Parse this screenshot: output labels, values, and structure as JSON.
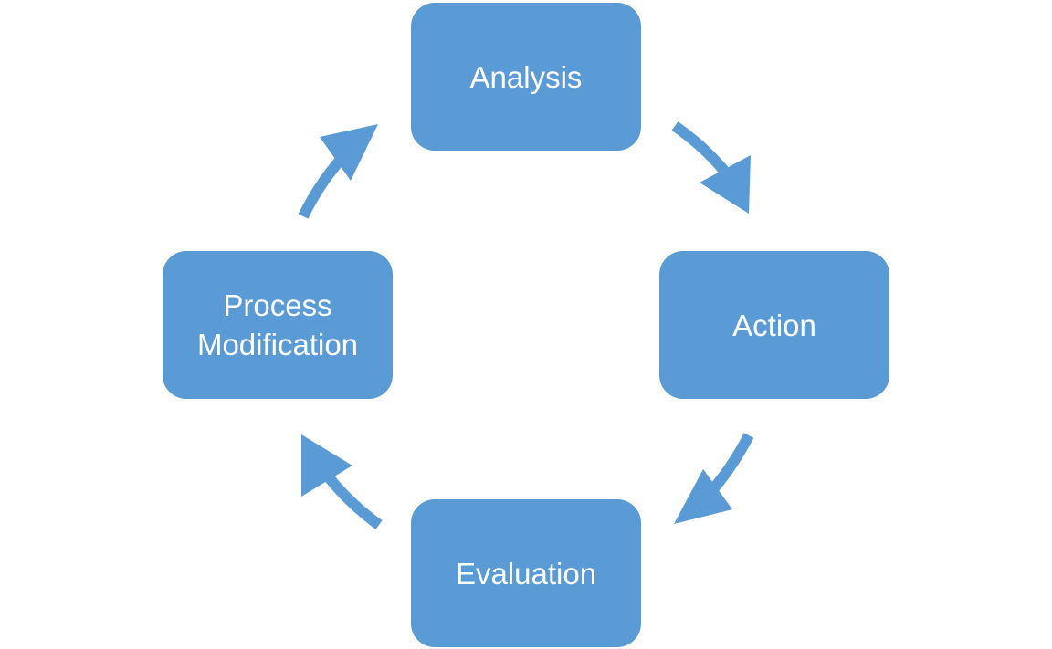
{
  "colors": {
    "node_fill": "#5b9bd5",
    "arrow_fill": "#5b9bd5",
    "text": "#ffffff",
    "background": "#ffffff"
  },
  "nodes": [
    {
      "id": "analysis",
      "lines": [
        "Analysis"
      ]
    },
    {
      "id": "action",
      "lines": [
        "Action"
      ]
    },
    {
      "id": "evaluation",
      "lines": [
        "Evaluation"
      ]
    },
    {
      "id": "process-modification",
      "lines": [
        "Process",
        "Modification"
      ]
    }
  ],
  "edges": [
    {
      "from": "analysis",
      "to": "action"
    },
    {
      "from": "action",
      "to": "evaluation"
    },
    {
      "from": "evaluation",
      "to": "process-modification"
    },
    {
      "from": "process-modification",
      "to": "analysis"
    }
  ]
}
